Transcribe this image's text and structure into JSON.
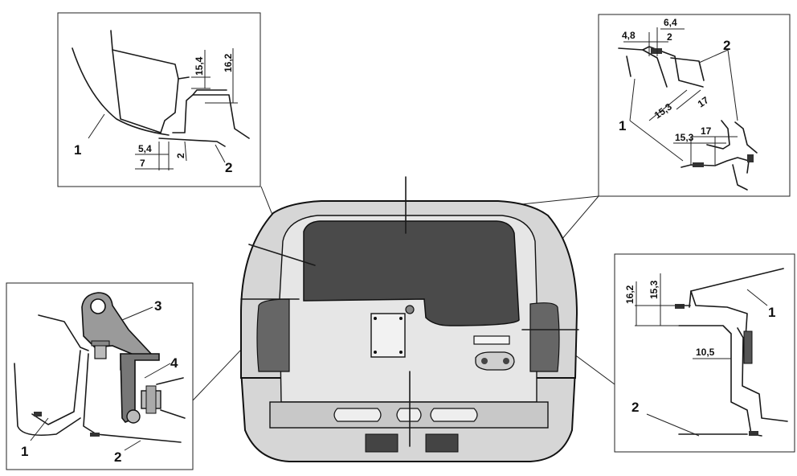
{
  "views": {
    "top_left": {
      "callouts": [
        "1",
        "2"
      ],
      "dimensions": [
        "15,4",
        "16,2",
        "5,4",
        "7",
        "2"
      ]
    },
    "top_right": {
      "callouts": [
        "2",
        "1"
      ],
      "dimensions": [
        "4,8",
        "6,4",
        "2",
        "15,3",
        "17",
        "15,3",
        "17"
      ]
    },
    "bottom_left": {
      "callouts": [
        "3",
        "4",
        "1",
        "2"
      ]
    },
    "bottom_right": {
      "callouts": [
        "1",
        "2"
      ],
      "dimensions": [
        "16,2",
        "15,3",
        "10,5"
      ]
    }
  }
}
